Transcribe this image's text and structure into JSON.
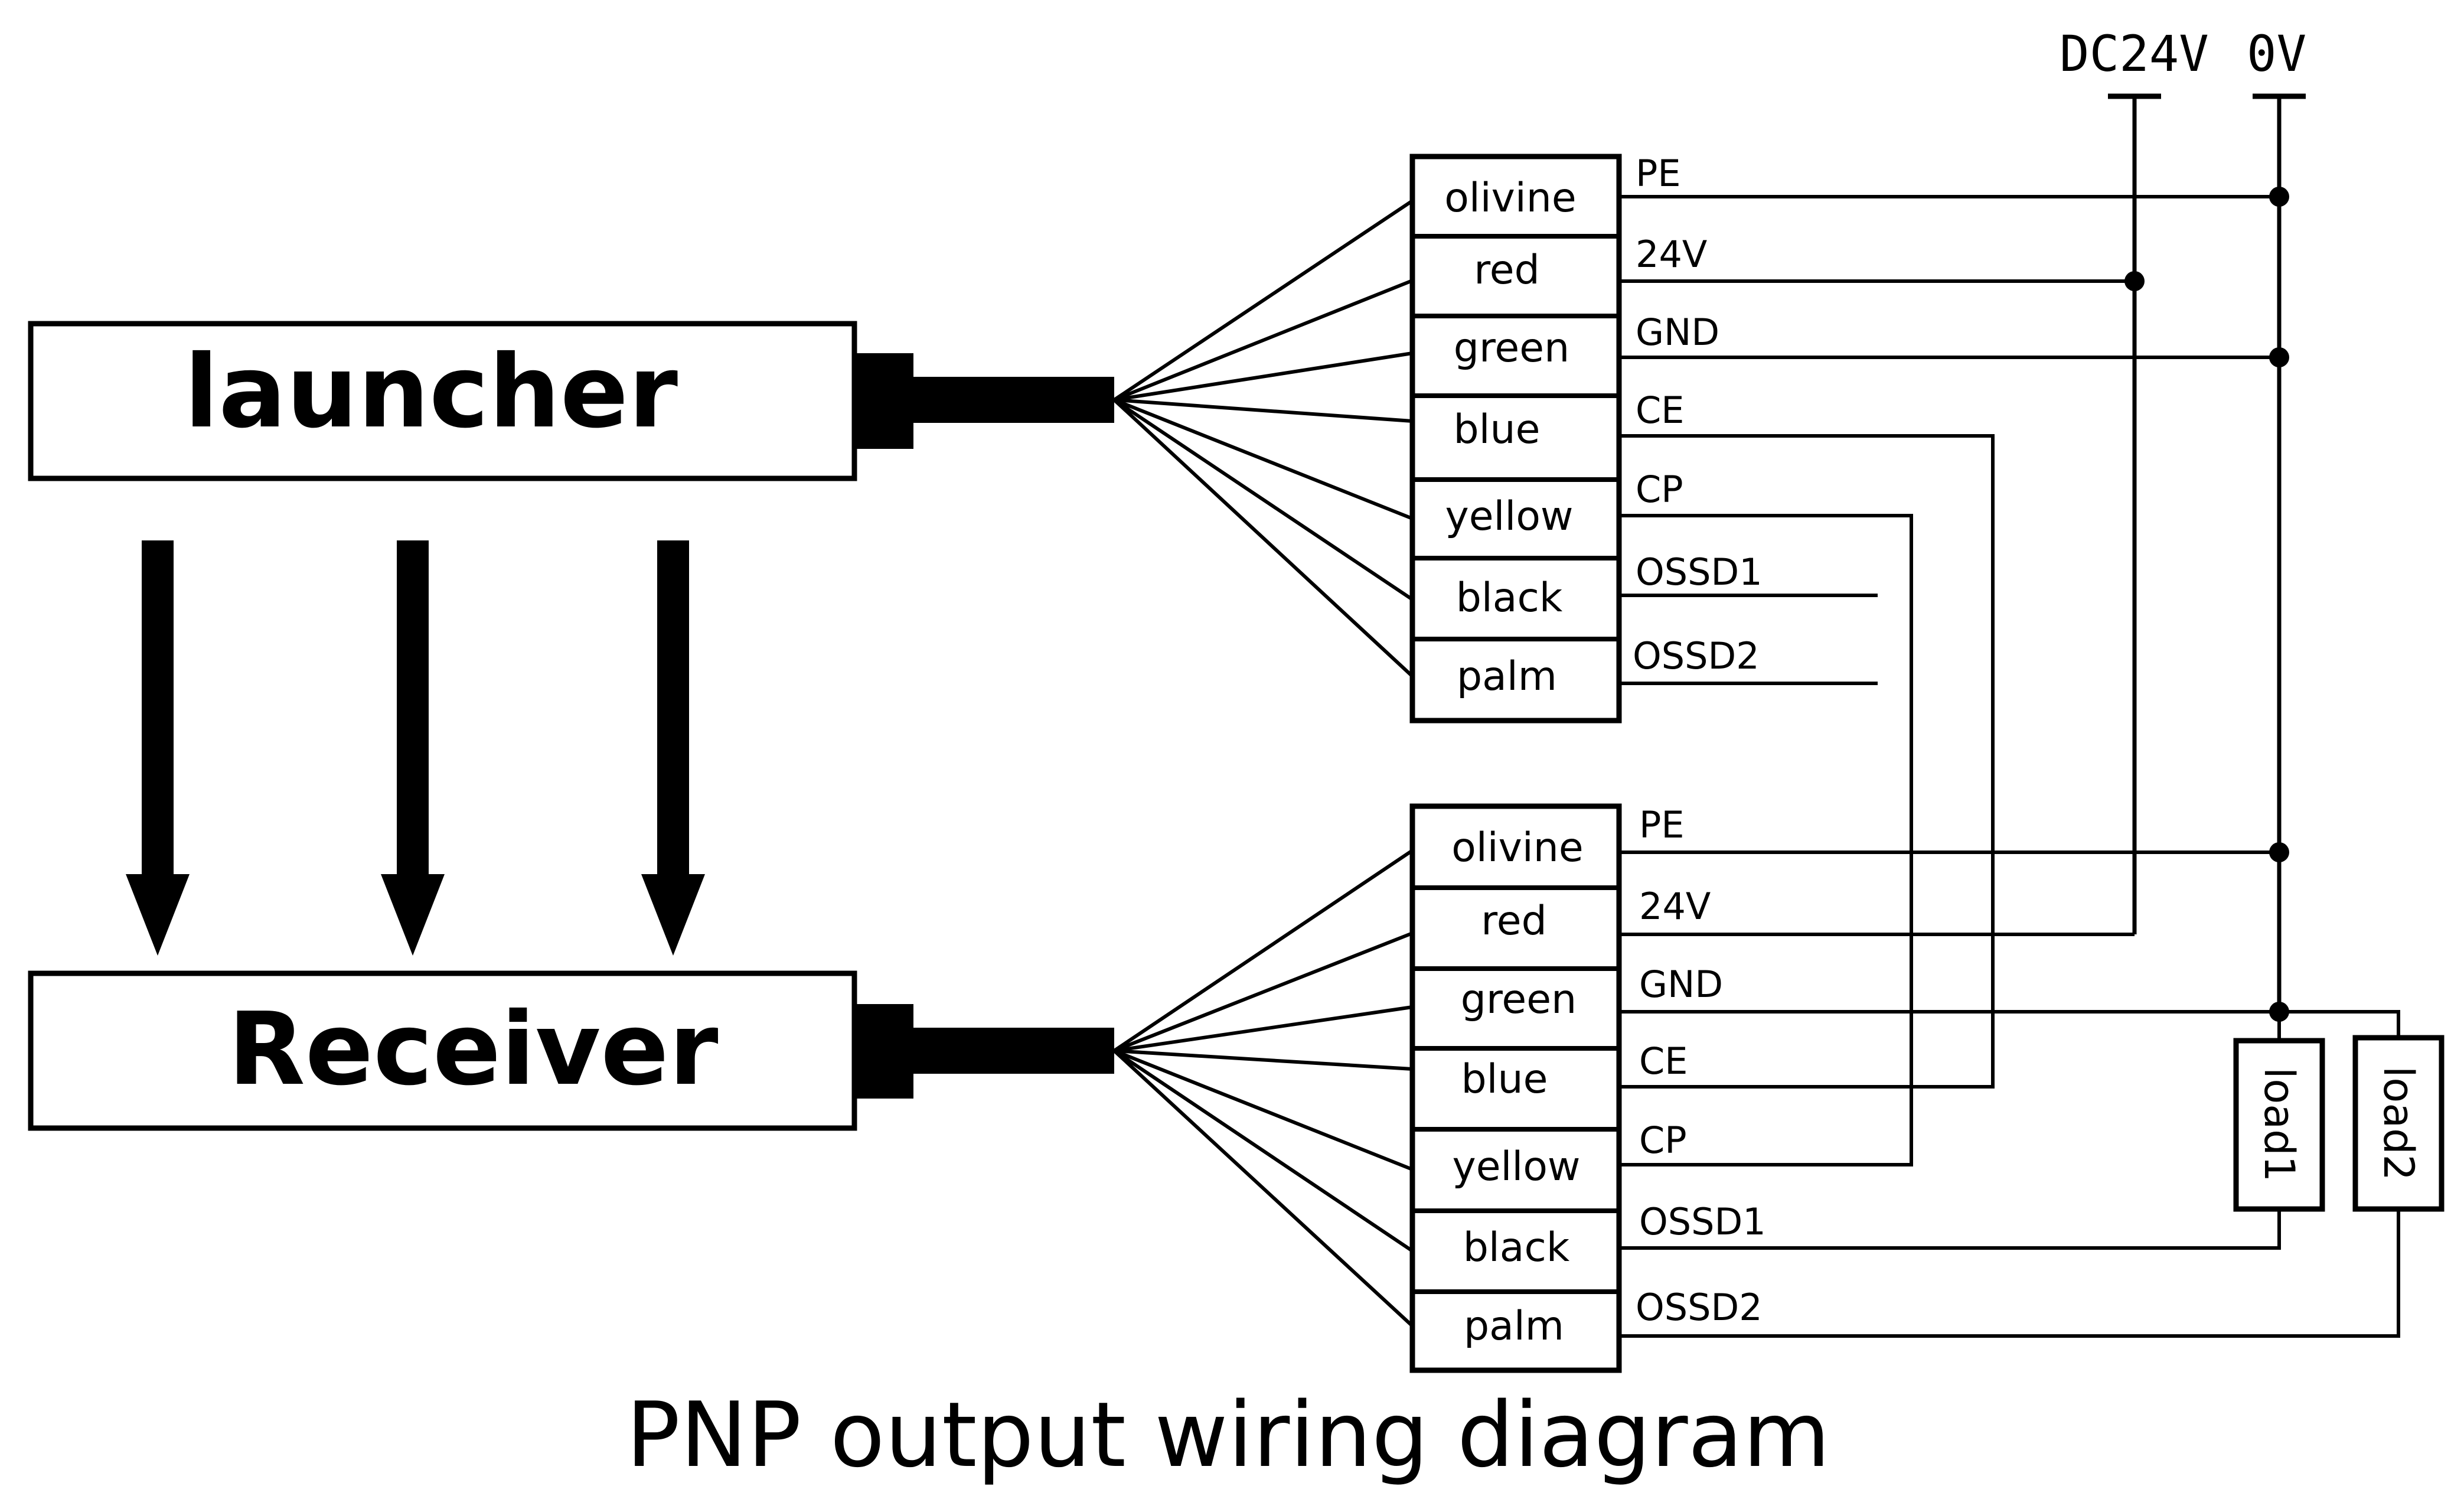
{
  "title": "PNP output wiring diagram",
  "devices": {
    "launcher": "launcher",
    "receiver": "Receiver"
  },
  "rails": {
    "dc24v": "DC24V",
    "zero_v": "0V"
  },
  "launcher_wires": [
    {
      "color": "olivine",
      "signal": "PE"
    },
    {
      "color": "red",
      "signal": "24V"
    },
    {
      "color": "green",
      "signal": "GND"
    },
    {
      "color": "blue",
      "signal": "CE"
    },
    {
      "color": "yellow",
      "signal": "CP"
    },
    {
      "color": "black",
      "signal": "OSSD1"
    },
    {
      "color": "palm",
      "signal": "OSSD2"
    }
  ],
  "receiver_wires": [
    {
      "color": "olivine",
      "signal": "PE"
    },
    {
      "color": "red",
      "signal": "24V"
    },
    {
      "color": "green",
      "signal": "GND"
    },
    {
      "color": "blue",
      "signal": "CE"
    },
    {
      "color": "yellow",
      "signal": "CP"
    },
    {
      "color": "black",
      "signal": "OSSD1"
    },
    {
      "color": "palm",
      "signal": "OSSD2"
    }
  ],
  "loads": {
    "load1": "load1",
    "load2": "load2"
  }
}
